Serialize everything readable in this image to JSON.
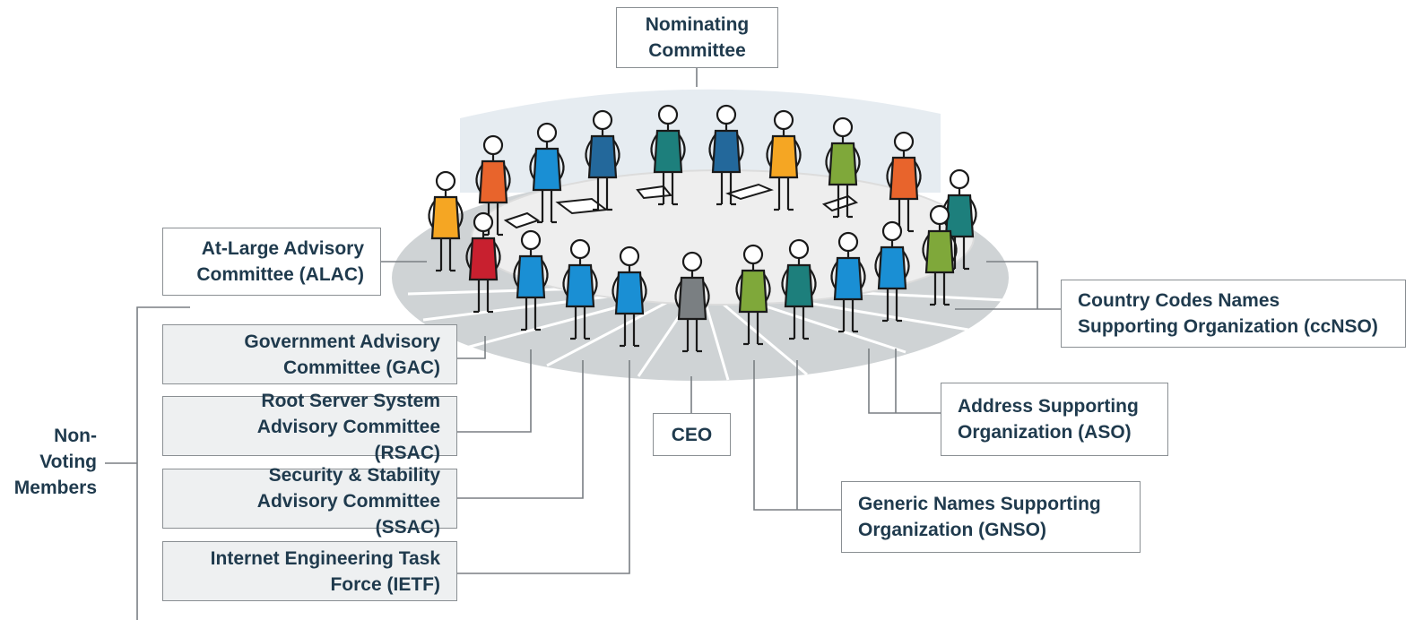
{
  "labels": {
    "nomcom": [
      "Nominating",
      "Committee"
    ],
    "alac": [
      "At-Large Advisory",
      "Committee (ALAC)"
    ],
    "gac": [
      "Government Advisory",
      "Committee (GAC)"
    ],
    "rssac": [
      "Root Server System",
      "Advisory Committee",
      "(RSAC)"
    ],
    "ssac": [
      "Security & Stability",
      "Advisory Committee",
      "(SSAC)"
    ],
    "ietf": [
      "Internet Engineering Task",
      "Force (IETF)"
    ],
    "ceo": [
      "CEO"
    ],
    "ccnso": [
      "Country Codes Names",
      "Supporting Organization (ccNSO)"
    ],
    "aso": [
      "Address Supporting",
      "Organization (ASO)"
    ],
    "gnso": [
      "Generic Names Supporting",
      "Organization (GNSO)"
    ],
    "nonvoting": [
      "Non-",
      "Voting",
      "Members"
    ]
  },
  "colors": {
    "text": "#1f3a4d",
    "box_border": "#8a8f93",
    "nonvoting_box_fill": "#eef0f1",
    "disc": "#cfd3d5",
    "table_top": "#eeeeee",
    "wall": "#e6ecf1",
    "figure_colors": [
      "#f5a623",
      "#e8642c",
      "#1a8fd4",
      "#23689b",
      "#1d7f7c",
      "#7fa83a",
      "#c8202f",
      "#7a7f82"
    ]
  },
  "figures_icon": "people-around-table-illustration"
}
